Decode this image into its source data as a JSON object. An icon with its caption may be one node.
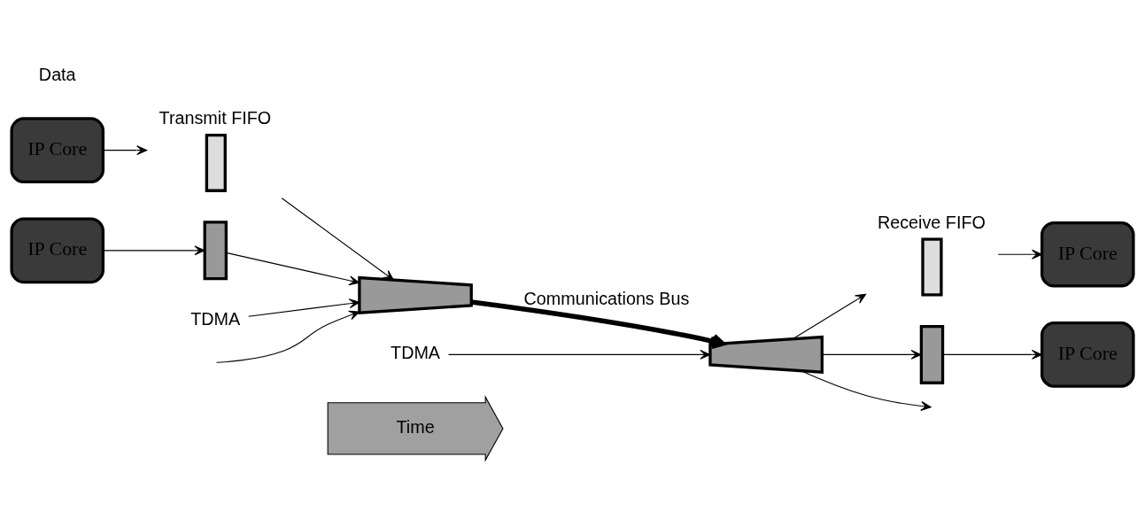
{
  "diagram": {
    "nodes": [
      {
        "text": [
          "IP Core"
        ]
      },
      {
        "text": [
          "IP Core"
        ]
      },
      {
        "text": [
          "Transmit FIFO"
        ]
      },
      {
        "text": [],
        "shape": "box"
      },
      {
        "text": [],
        "shape": "trapezoid"
      },
      {
        "text": [
          "TDMA"
        ]
      },
      {
        "text": [],
        "shape": "trapezoid"
      },
      {
        "text": [
          "TDMA"
        ]
      },
      {
        "text": [
          "Receive FIFO"
        ]
      },
      {
        "text": [],
        "shape": "box"
      },
      {
        "text": [
          "IP Core"
        ]
      },
      {
        "text": [
          "IP Core"
        ]
      },
      {
        "text": [
          "Time"
        ]
      }
    ],
    "edges": [
      {
        "from": 0,
        "to": 2,
        "arrow": "to"
      },
      {
        "from": 1,
        "to": 3,
        "arrow": "to"
      },
      {
        "from": 2,
        "to": 4,
        "arrow": "to"
      },
      {
        "from": null,
        "to": 4,
        "arrow": "to"
      },
      {
        "from": 3,
        "to": 4,
        "arrow": "to"
      },
      {
        "from": 5,
        "to": 4,
        "arrow": "to"
      },
      {
        "from": 4,
        "to": 6,
        "arrow": "to",
        "label": "Communications Bus",
        "style": "thick"
      },
      {
        "from": 7,
        "to": 6,
        "arrow": "to"
      },
      {
        "from": 6,
        "to": 8,
        "arrow": "to"
      },
      {
        "from": 6,
        "to": null,
        "arrow": "to"
      },
      {
        "from": 6,
        "to": 9,
        "arrow": "to"
      },
      {
        "from": 8,
        "to": 10,
        "arrow": "to"
      },
      {
        "from": 9,
        "to": 11,
        "arrow": "to"
      }
    ],
    "labels": [
      "Data"
    ]
  }
}
